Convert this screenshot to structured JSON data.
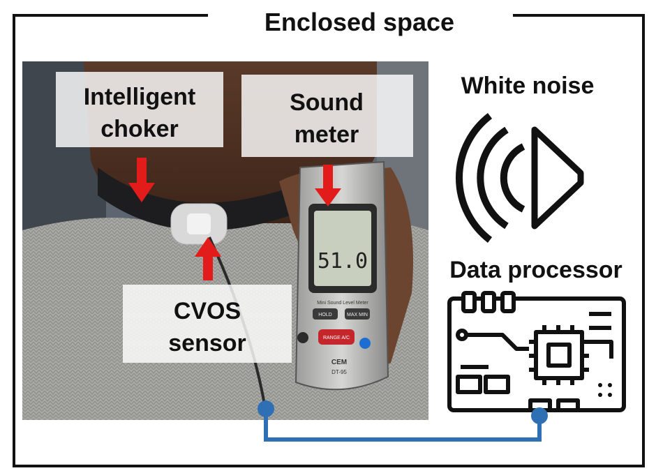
{
  "title": "Enclosed space",
  "photo_labels": {
    "choker": [
      "Intelligent",
      "choker"
    ],
    "sound_meter": [
      "Sound",
      "meter"
    ],
    "sensor": [
      "CVOS",
      "sensor"
    ]
  },
  "meter": {
    "reading": "51.0",
    "panel_text": "Mini Sound Level Meter",
    "brand": "CEM",
    "model": "DT-95",
    "buttons": [
      "HOLD",
      "MAX MIN",
      "RANGE A/C"
    ]
  },
  "right_labels": {
    "white_noise": "White noise",
    "data_processor": "Data processor"
  },
  "colors": {
    "arrow": "#e21b1b",
    "wire": "#2f6fb3",
    "frame": "#111111"
  },
  "icons": [
    "speaker-icon",
    "circuit-board-icon"
  ]
}
